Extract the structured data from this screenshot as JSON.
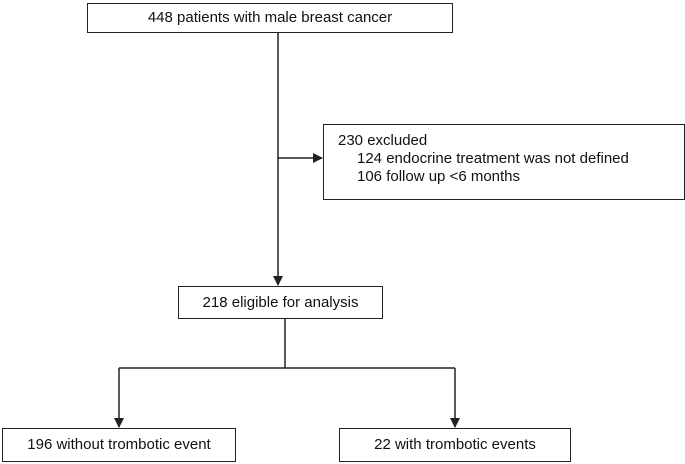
{
  "diagram": {
    "top_box": "448 patients with male breast cancer",
    "excluded": {
      "title": "230 excluded",
      "reasons": [
        "124 endocrine treatment was not defined",
        "106 follow up <6 months"
      ]
    },
    "eligible_box": "218 eligible for analysis",
    "left_box": "196 without trombotic event",
    "right_box": "22 with trombotic events"
  }
}
